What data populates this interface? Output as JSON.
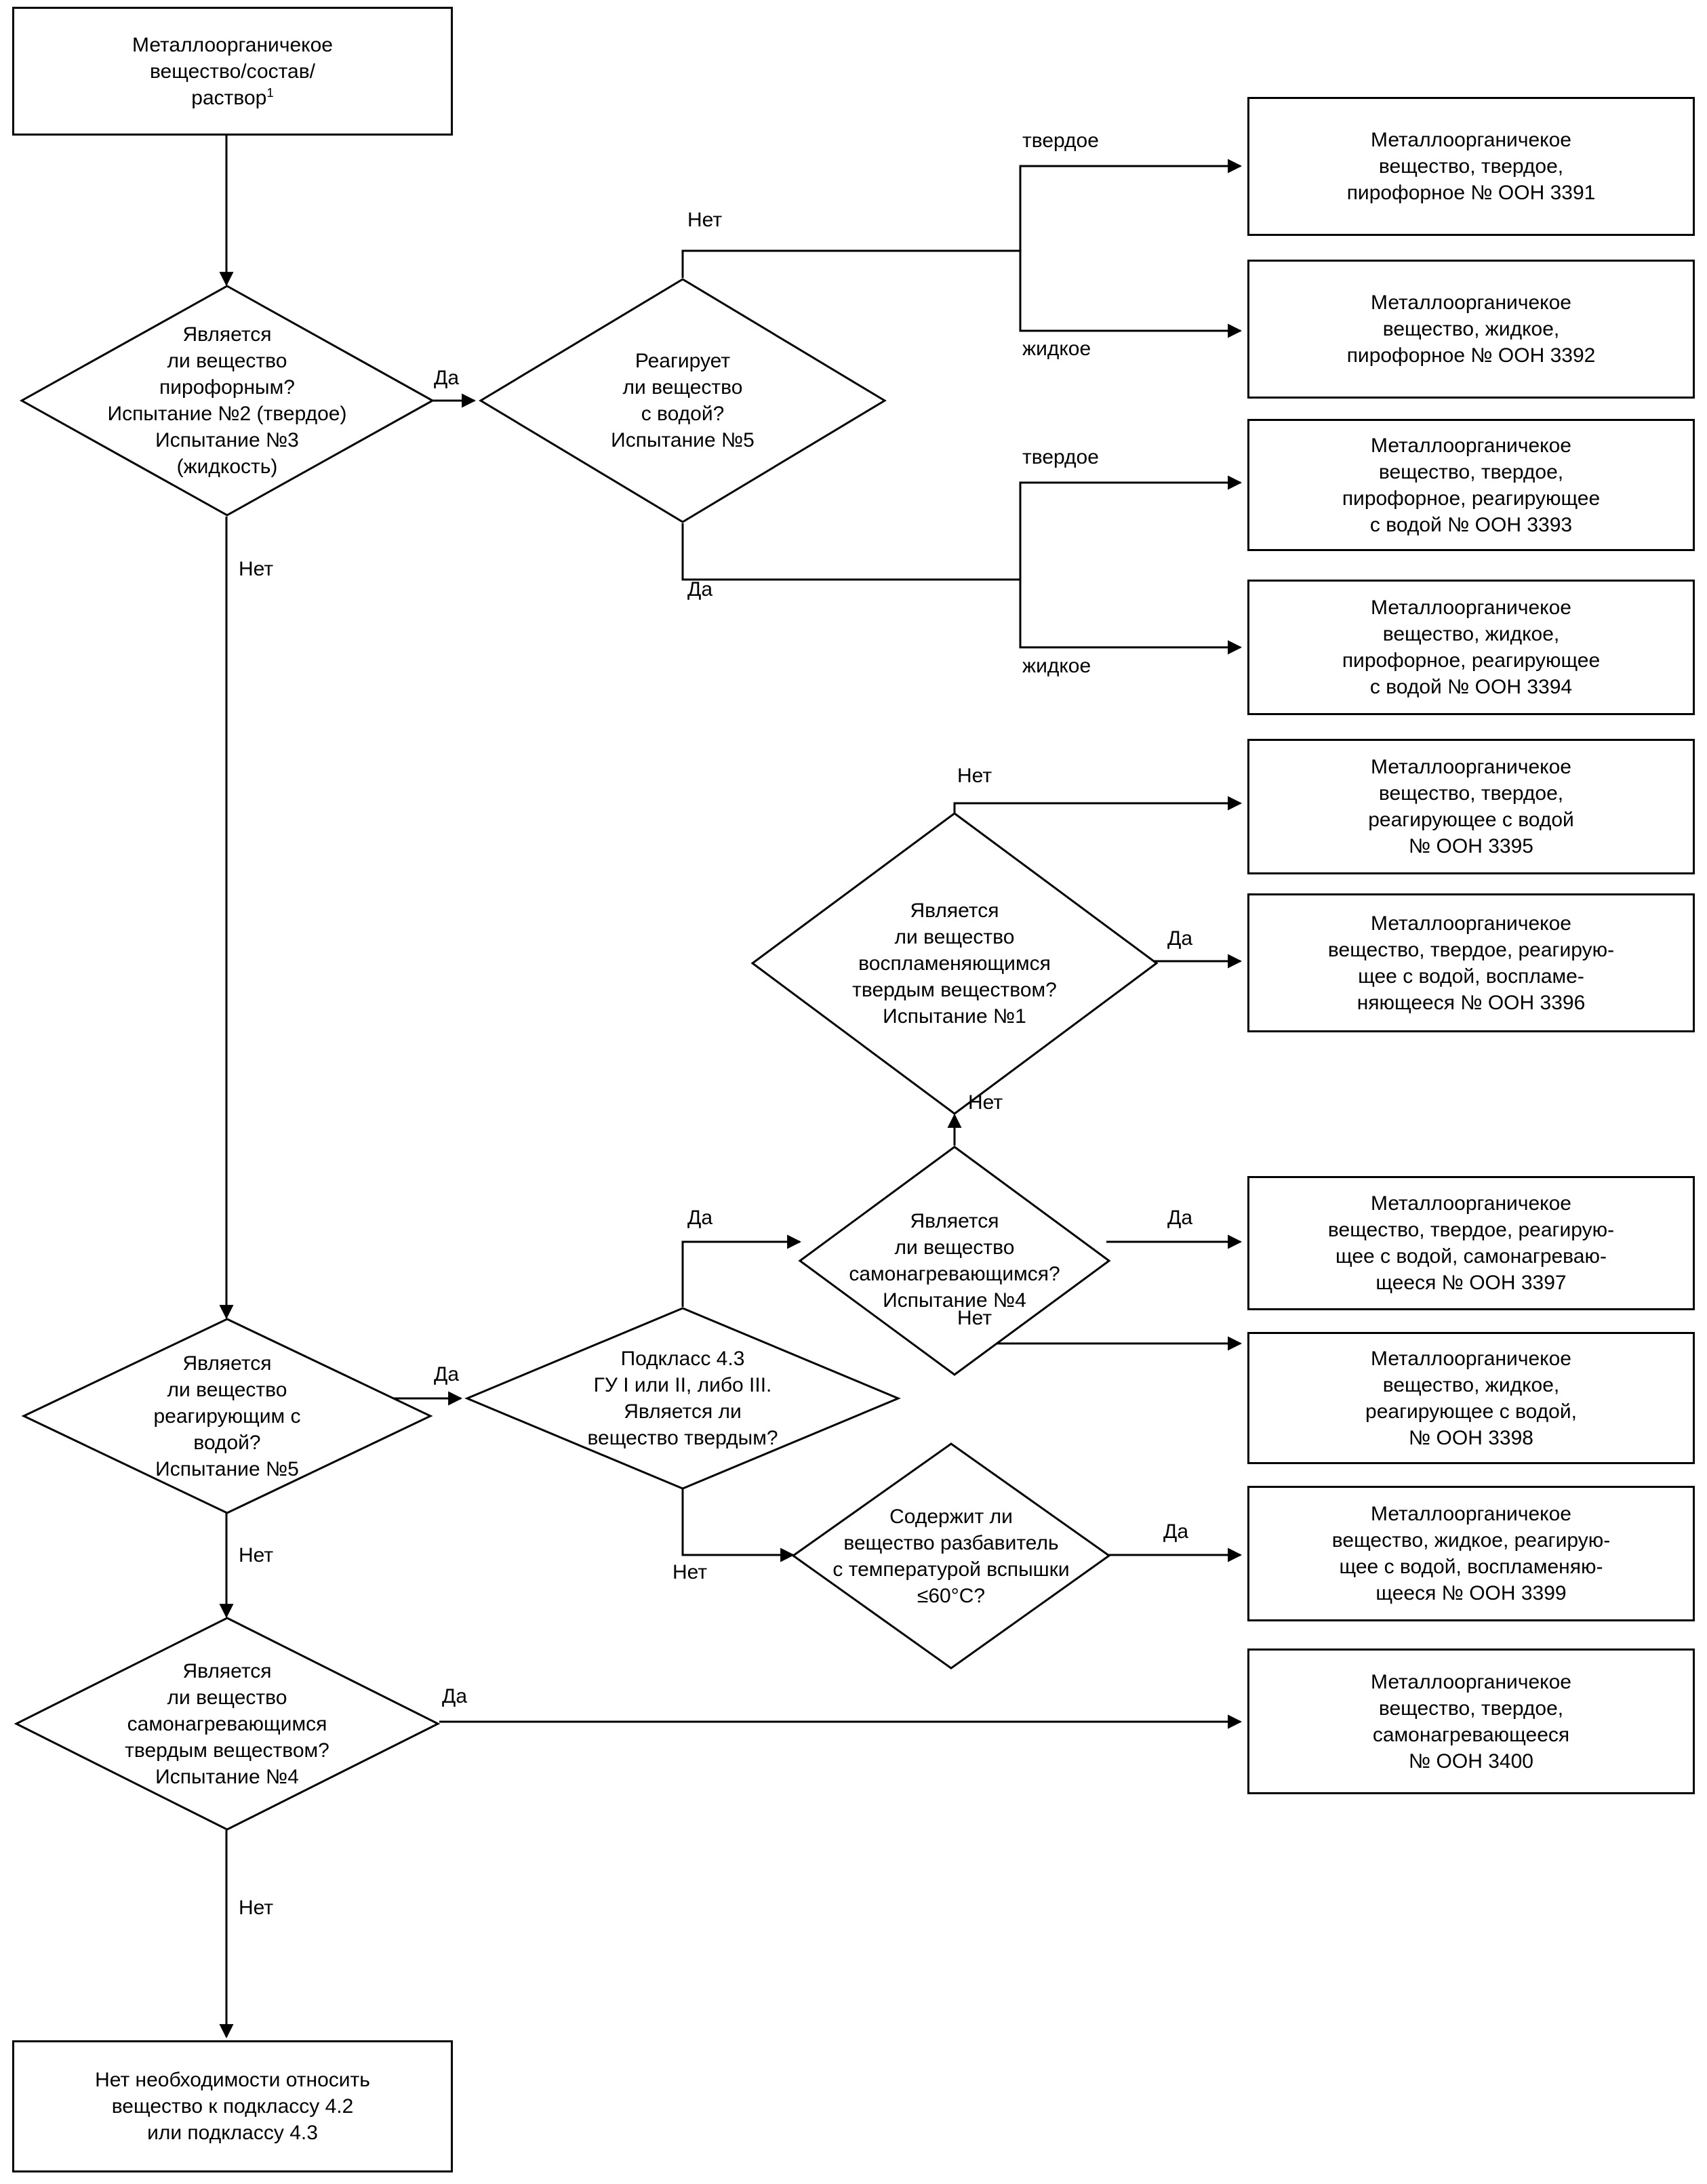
{
  "diagram": {
    "title": "Схема классификации металлоорганических веществ",
    "language": "ru",
    "line_color": "#000000",
    "background": "#ffffff"
  },
  "nodes": {
    "start": {
      "type": "rect",
      "line1": "Металлоорганичекое",
      "line2": "вещество/состав/",
      "line3": "раствор",
      "footnote": "1"
    },
    "d_pyrophoric": {
      "type": "diamond",
      "line1": "Является",
      "line2": "ли вещество",
      "line3": "пирофорным?",
      "line4": "Испытание №2 (твердое)",
      "line5": "Испытание №3",
      "line6": "(жидкость)"
    },
    "d_reacts_water_top": {
      "type": "diamond",
      "line1": "Реагирует",
      "line2": "ли вещество",
      "line3": "с водой?",
      "line4": "Испытание №5"
    },
    "d_flammable_solid": {
      "type": "diamond",
      "line1": "Является",
      "line2": "ли вещество",
      "line3": "воспламеняющимся",
      "line4": "твердым веществом?",
      "line5": "Испытание №1"
    },
    "d_self_heating_mid": {
      "type": "diamond",
      "line1": "Является",
      "line2": "ли вещество",
      "line3": "самонагревающимся?",
      "line4": "Испытание №4"
    },
    "d_subclass43": {
      "type": "diamond",
      "line1": "Подкласс 4.3",
      "line2": "ГУ I или II, либо III.",
      "line3": "Является ли",
      "line4": "вещество твердым?"
    },
    "d_diluent": {
      "type": "diamond",
      "line1": "Содержит ли",
      "line2": "вещество разбавитель",
      "line3": "с температурой вспышки",
      "line4": "≤60°C?"
    },
    "d_reacts_water_left": {
      "type": "diamond",
      "line1": "Является",
      "line2": "ли вещество",
      "line3": "реагирующим с",
      "line4": "водой?",
      "line5": "Испытание №5"
    },
    "d_self_heating_left": {
      "type": "diamond",
      "line1": "Является",
      "line2": "ли вещество",
      "line3": "самонагревающимся",
      "line4": "твердым веществом?",
      "line5": "Испытание №4"
    },
    "r3391": {
      "type": "rect",
      "line1": "Металлоорганичекое",
      "line2": "вещество, твердое,",
      "line3": "пирофорное № ООН 3391"
    },
    "r3392": {
      "type": "rect",
      "line1": "Металлоорганичекое",
      "line2": "вещество, жидкое,",
      "line3": "пирофорное № ООН 3392"
    },
    "r3393": {
      "type": "rect",
      "line1": "Металлоорганичекое",
      "line2": "вещество, твердое,",
      "line3": "пирофорное, реагирующее",
      "line4": "с водой № ООН 3393"
    },
    "r3394": {
      "type": "rect",
      "line1": "Металлоорганичекое",
      "line2": "вещество, жидкое,",
      "line3": "пирофорное, реагирующее",
      "line4": "с водой № ООН 3394"
    },
    "r3395": {
      "type": "rect",
      "line1": "Металлоорганичекое",
      "line2": "вещество, твердое,",
      "line3": "реагирующее с водой",
      "line4": "№ ООН 3395"
    },
    "r3396": {
      "type": "rect",
      "line1": "Металлоорганичекое",
      "line2": "вещество, твердое, реагирую-",
      "line3": "щее с водой, воспламе-",
      "line4": "няющееся № ООН 3396"
    },
    "r3397": {
      "type": "rect",
      "line1": "Металлоорганичекое",
      "line2": "вещество, твердое, реагирую-",
      "line3": "щее с водой, самонагреваю-",
      "line4": "щееся № ООН 3397"
    },
    "r3398": {
      "type": "rect",
      "line1": "Металлоорганичекое",
      "line2": "вещество, жидкое,",
      "line3": "реагирующее с водой,",
      "line4": "№ ООН 3398"
    },
    "r3399": {
      "type": "rect",
      "line1": "Металлоорганичекое",
      "line2": "вещество, жидкое, реагирую-",
      "line3": "щее с водой, воспламеняю-",
      "line4": "щееся № ООН 3399"
    },
    "r3400": {
      "type": "rect",
      "line1": "Металлоорганичекое",
      "line2": "вещество, твердое,",
      "line3": "самонагревающееся",
      "line4": "№ ООН 3400"
    },
    "end": {
      "type": "rect",
      "line1": "Нет необходимости относить",
      "line2": "вещество к подклассу 4.2",
      "line3": "или подклассу 4.3"
    }
  },
  "edge_labels": {
    "pyro_yes": "Да",
    "pyro_no": "Нет",
    "rw_top_no": "Нет",
    "rw_top_yes": "Да",
    "no_water_solid": "твердое",
    "no_water_liquid": "жидкое",
    "water_solid": "твердое",
    "water_liquid": "жидкое",
    "flam_no_top": "Нет",
    "flam_yes": "Да",
    "flam_no_bottom": "Нет",
    "selfheat_mid_yes": "Да",
    "selfheat_mid_no": "Нет",
    "subclass_yes": "Да",
    "subclass_no": "Нет",
    "diluent_yes": "Да",
    "rw_left_yes": "Да",
    "rw_left_no": "Нет",
    "sh_left_yes": "Да",
    "sh_left_no": "Нет"
  }
}
